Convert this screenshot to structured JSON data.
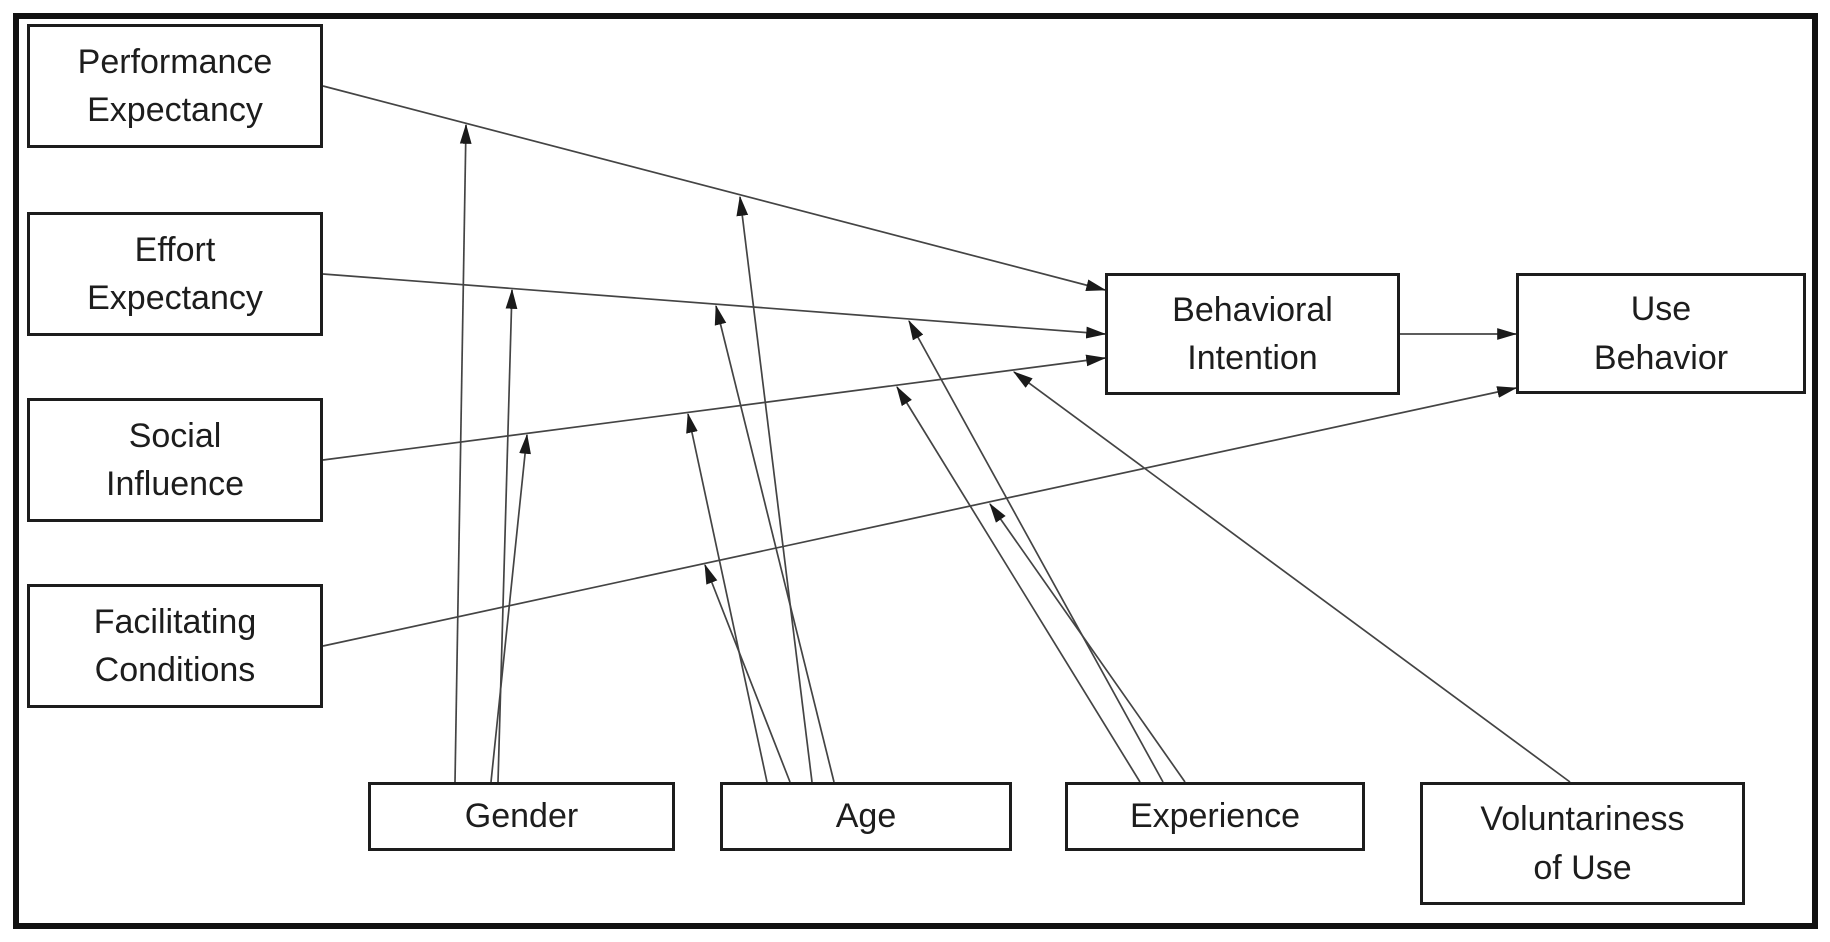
{
  "nodes": {
    "performance_expectancy": "Performance\nExpectancy",
    "effort_expectancy": "Effort\nExpectancy",
    "social_influence": "Social\nInfluence",
    "facilitating_conditions": "Facilitating\nConditions",
    "behavioral_intention": "Behavioral\nIntention",
    "use_behavior": "Use\nBehavior",
    "gender": "Gender",
    "age": "Age",
    "experience": "Experience",
    "voluntariness_of_use": "Voluntariness\nof Use"
  },
  "edges": {
    "direct": [
      {
        "from": "performance_expectancy",
        "to": "behavioral_intention"
      },
      {
        "from": "effort_expectancy",
        "to": "behavioral_intention"
      },
      {
        "from": "social_influence",
        "to": "behavioral_intention"
      },
      {
        "from": "facilitating_conditions",
        "to": "use_behavior"
      },
      {
        "from": "behavioral_intention",
        "to": "use_behavior"
      }
    ],
    "moderations": [
      {
        "from": "gender",
        "moderates": "performance_expectancy->behavioral_intention"
      },
      {
        "from": "gender",
        "moderates": "effort_expectancy->behavioral_intention"
      },
      {
        "from": "gender",
        "moderates": "social_influence->behavioral_intention"
      },
      {
        "from": "age",
        "moderates": "performance_expectancy->behavioral_intention"
      },
      {
        "from": "age",
        "moderates": "effort_expectancy->behavioral_intention"
      },
      {
        "from": "age",
        "moderates": "social_influence->behavioral_intention"
      },
      {
        "from": "age",
        "moderates": "facilitating_conditions->use_behavior"
      },
      {
        "from": "experience",
        "moderates": "effort_expectancy->behavioral_intention"
      },
      {
        "from": "experience",
        "moderates": "social_influence->behavioral_intention"
      },
      {
        "from": "experience",
        "moderates": "facilitating_conditions->use_behavior"
      },
      {
        "from": "voluntariness_of_use",
        "moderates": "social_influence->behavioral_intention"
      }
    ]
  },
  "colors": {
    "ink": "#1d1d1d",
    "line": "#444444",
    "background": "#ffffff"
  }
}
